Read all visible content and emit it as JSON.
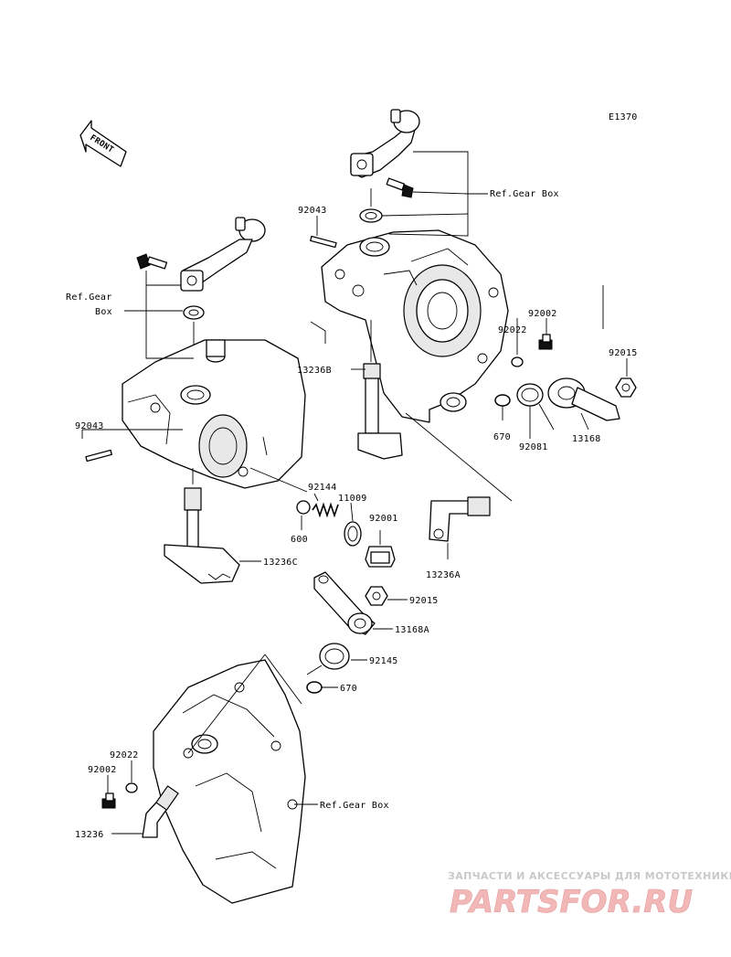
{
  "diagram": {
    "code": "E1370",
    "front_label": "FRONT",
    "ref_labels": {
      "gear_box_top": "Ref.Gear Box",
      "gear_box_left_line1": "Ref.Gear",
      "gear_box_left_line2": "Box",
      "gear_box_bottom": "Ref.Gear Box"
    },
    "parts": {
      "p92043_top": "92043",
      "p92002_right": "92002",
      "p92022_right": "92022",
      "p92015_right": "92015",
      "p13236B": "13236B",
      "p670_right": "670",
      "p92081": "92081",
      "p13168": "13168",
      "p92043_left": "92043",
      "p92144": "92144",
      "p11009": "11009",
      "p92001": "92001",
      "p600": "600",
      "p13236C": "13236C",
      "p13236A": "13236A",
      "p92015_mid": "92015",
      "p13168A": "13168A",
      "p92145": "92145",
      "p670_mid": "670",
      "p92022_bottom": "92022",
      "p92002_bottom": "92002",
      "p13236": "13236"
    }
  },
  "watermark": {
    "tagline": "ЗАПЧАСТИ И АКСЕССУАРЫ ДЛЯ МОТОТЕХНИКИ",
    "brand": "PARTSFOR.RU",
    "colors": {
      "brand": "#f2b8b8",
      "tagline": "#c9c9c9"
    }
  }
}
